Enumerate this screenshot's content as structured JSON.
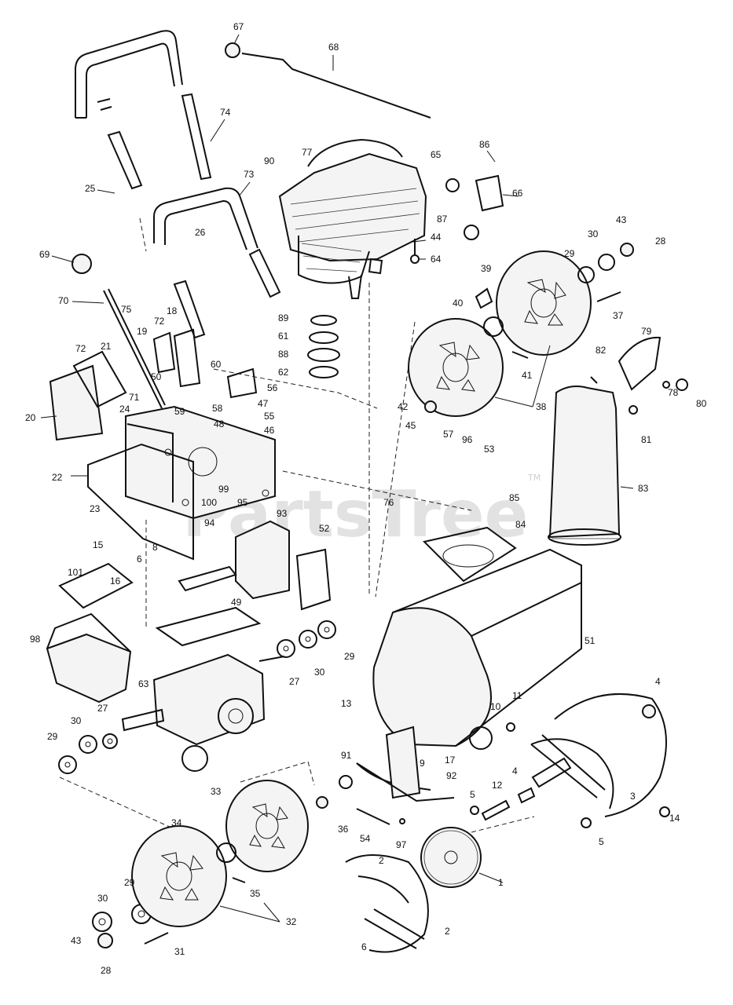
{
  "watermark": {
    "brand": "PartsTree",
    "trademark": "TM"
  },
  "callouts": [
    "1",
    "2",
    "3",
    "4",
    "5",
    "6",
    "8",
    "9",
    "10",
    "11",
    "12",
    "13",
    "14",
    "15",
    "16",
    "17",
    "18",
    "19",
    "20",
    "21",
    "22",
    "23",
    "24",
    "25",
    "26",
    "27",
    "28",
    "29",
    "30",
    "31",
    "32",
    "33",
    "34",
    "35",
    "36",
    "37",
    "38",
    "39",
    "40",
    "41",
    "42",
    "43",
    "44",
    "45",
    "46",
    "47",
    "48",
    "49",
    "50",
    "51",
    "52",
    "53",
    "54",
    "55",
    "56",
    "57",
    "58",
    "59",
    "60",
    "61",
    "62",
    "63",
    "64",
    "65",
    "66",
    "67",
    "68",
    "69",
    "70",
    "71",
    "72",
    "73",
    "74",
    "75",
    "76",
    "77",
    "78",
    "79",
    "80",
    "81",
    "82",
    "83",
    "84",
    "85",
    "86",
    "87",
    "88",
    "89",
    "90",
    "91",
    "92",
    "93",
    "94",
    "95",
    "96",
    "97",
    "98",
    "99",
    "100",
    "101"
  ]
}
